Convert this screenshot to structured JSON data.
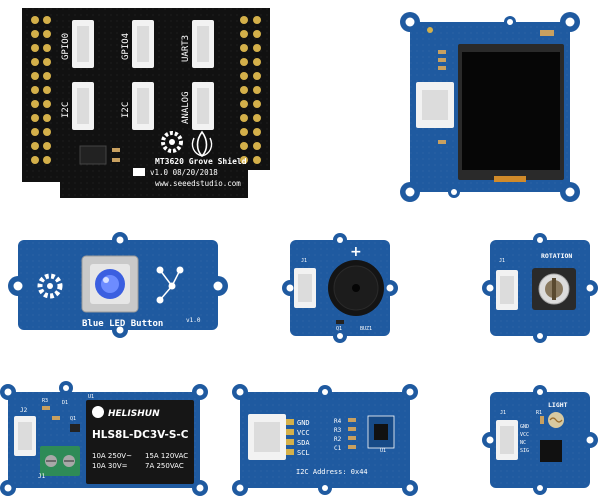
{
  "colors": {
    "pcb_blue": "#1f5aa0",
    "pcb_blue_dark": "#174a86",
    "pcb_black": "#111111",
    "connector_white": "#f2f2f2",
    "gold": "#d4b04a",
    "screen": "#060606",
    "led_blue": "#3b5fe0",
    "terminal_green": "#2e8b57"
  },
  "shield": {
    "labels": [
      "GPIO0",
      "GPIO4",
      "UART3",
      "I2C",
      "I2C",
      "ANALOG"
    ],
    "title": "MT3620 Grove Shield",
    "version": "v1.0 08/20/2018",
    "website": "www.seeedstudio.com"
  },
  "led_button": {
    "name": "Blue LED Button",
    "version": "v1.0"
  },
  "buzzer": {
    "plus": "+",
    "j1": "J1",
    "q1": "Q1",
    "buz": "BUZ1"
  },
  "rotation": {
    "label": "ROTATION",
    "j1": "J1"
  },
  "relay": {
    "j1": "J1",
    "j2": "J2",
    "r3": "R3",
    "d1": "D1",
    "q1": "Q1",
    "u1": "U1",
    "brand": "HELISHUN",
    "model": "HLS8L-DC3V-S-C",
    "spec_a1": "10A 250V~",
    "spec_a2": "10A 30V=",
    "spec_b1": "15A 120VAC",
    "spec_b2": "7A 250VAC"
  },
  "i2c_sensor": {
    "pins": [
      "GND",
      "VCC",
      "SDA",
      "SCL"
    ],
    "resistors": [
      "R4",
      "R3",
      "R2",
      "C1"
    ],
    "u1": "U1",
    "address": "I2C Address: 0x44"
  },
  "light": {
    "label": "LIGHT",
    "j1": "J1",
    "r1": "R1",
    "pins": [
      "GND",
      "VCC",
      "NC",
      "SIG"
    ]
  }
}
